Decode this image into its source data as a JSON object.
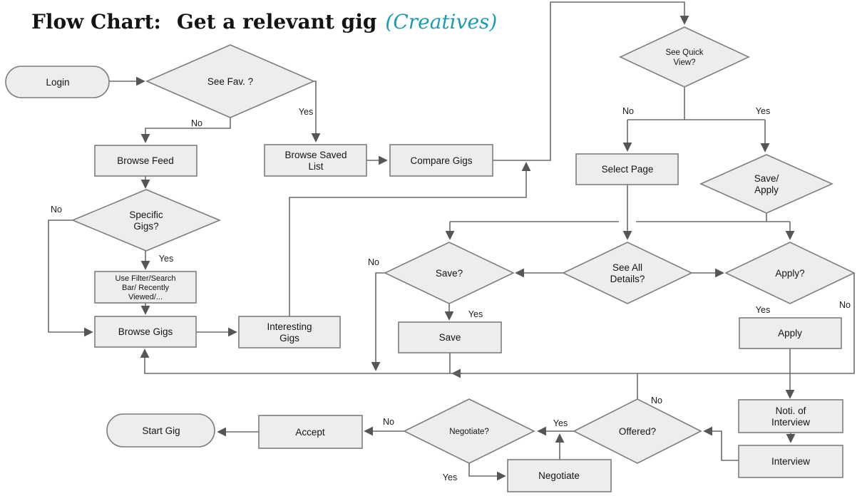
{
  "title": {
    "prefix": "Flow Chart:",
    "main": "Get a relevant gig",
    "suffix": "(Creatives)"
  },
  "colors": {
    "accent_teal": "#189db2",
    "node_fill": "#ededed",
    "node_border": "#7d7d7d",
    "connector": "#6b6b6b",
    "text": "#141414"
  },
  "labels": {
    "yes": "Yes",
    "no": "No"
  },
  "nodes": {
    "login": {
      "label": "Login"
    },
    "see_fav": {
      "label": "See Fav. ?"
    },
    "browse_feed": {
      "label": "Browse Feed"
    },
    "browse_saved_list": {
      "lines": [
        "Browse Saved",
        "List"
      ]
    },
    "compare_gigs": {
      "label": "Compare Gigs"
    },
    "see_quick_view": {
      "lines": [
        "See Quick",
        "View?"
      ]
    },
    "select_page": {
      "label": "Select Page"
    },
    "save_apply": {
      "lines": [
        "Save/",
        "Apply"
      ]
    },
    "save_q": {
      "label": "Save?"
    },
    "see_all_details": {
      "lines": [
        "See All",
        "Details?"
      ]
    },
    "apply_q": {
      "label": "Apply?"
    },
    "save": {
      "label": "Save"
    },
    "apply": {
      "label": "Apply"
    },
    "specific_gigs": {
      "lines": [
        "Specific",
        "Gigs?"
      ]
    },
    "use_filter": {
      "lines": [
        "Use Filter/Search",
        "Bar/ Recently",
        "Viewed/..."
      ]
    },
    "browse_gigs": {
      "label": "Browse Gigs"
    },
    "interesting_gigs": {
      "lines": [
        "Interesting",
        "Gigs"
      ]
    },
    "noti_of_interview": {
      "lines": [
        "Noti. of",
        "Interview"
      ]
    },
    "interview": {
      "label": "Interview"
    },
    "start_gig": {
      "label": "Start Gig"
    },
    "accept": {
      "label": "Accept"
    },
    "negotiate_q": {
      "label": "Negotiate?"
    },
    "offered_q": {
      "label": "Offered?"
    },
    "negotiate": {
      "label": "Negotiate"
    }
  }
}
